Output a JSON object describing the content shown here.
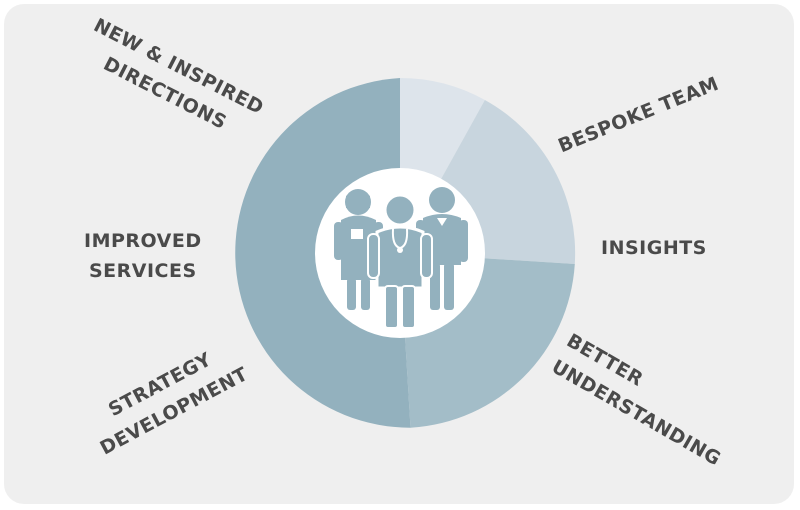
{
  "diagram": {
    "segments": [
      {
        "label_lines": [
          "Bespoke Team"
        ],
        "color": "#dde4eb"
      },
      {
        "label_lines": [
          "Insights"
        ],
        "color": "#c8d5de"
      },
      {
        "label_lines": [
          "Better",
          "Understanding"
        ],
        "color": "#a3bdc8"
      },
      {
        "label_lines": [
          "Strategy",
          "Development"
        ],
        "color": "#93b1be"
      },
      {
        "label_lines": [
          "Improved",
          "Services"
        ],
        "color": "#93b1be"
      },
      {
        "label_lines": [
          "New & Inspired",
          "Directions"
        ],
        "color": "#93b1be"
      }
    ],
    "center_icon": "medical-team-icon",
    "colors": {
      "background": "#efefef",
      "text": "#4a4a4a",
      "center_circle": "#ffffff",
      "icon": "#93b1be"
    }
  }
}
